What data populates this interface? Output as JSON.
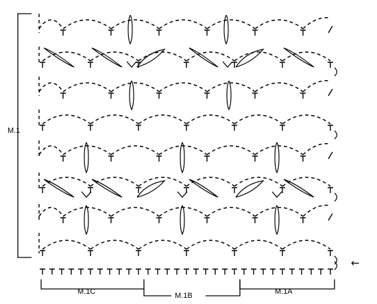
{
  "diagram": {
    "labels": {
      "m1": "M.1",
      "m1c": "M.1C",
      "m1b": "M.1B",
      "m1a": "M.1A"
    },
    "arrow": "←",
    "stroke_color": "#000000",
    "background": "#ffffff",
    "symbols": [
      "chain-arc",
      "double-crochet",
      "cluster-leaf",
      "turning-chain",
      "row-end-slash"
    ]
  }
}
